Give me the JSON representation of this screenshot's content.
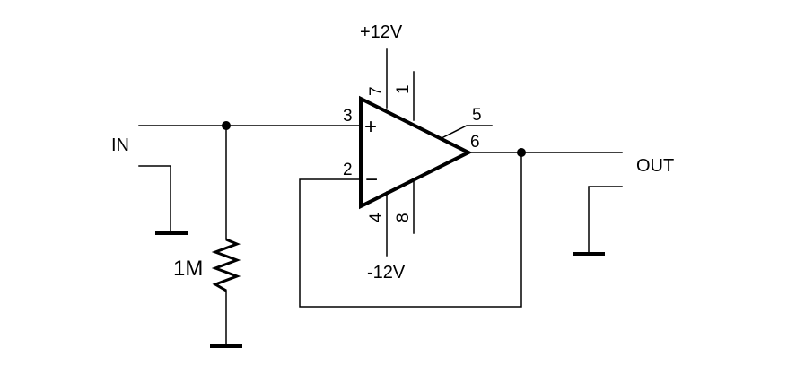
{
  "labels": {
    "vplus": "+12V",
    "vminus": "-12V",
    "input": "IN",
    "output": "OUT",
    "resistor": "1M"
  },
  "pins": {
    "p1": "1",
    "p2": "2",
    "p3": "3",
    "p4": "4",
    "p5": "5",
    "p6": "6",
    "p7": "7",
    "p8": "8"
  },
  "opamp": {
    "plus": "+",
    "minus": "−"
  }
}
